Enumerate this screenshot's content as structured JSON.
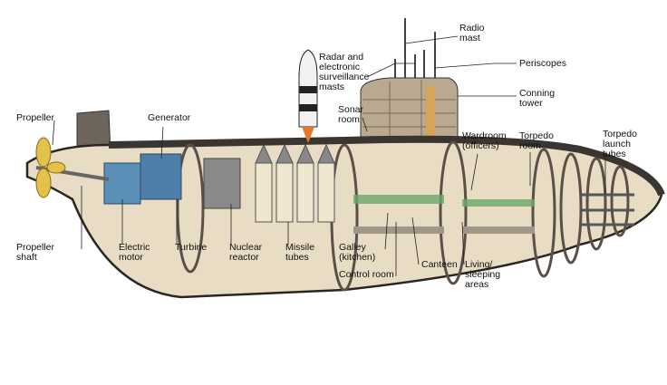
{
  "labels": {
    "radio_mast": "Radio\nmast",
    "radar_masts": "Radar and\nelectronic\nsurveillance\nmasts",
    "periscopes": "Periscopes",
    "conning_tower": "Conning\ntower",
    "sonar_room": "Sonar\nroom",
    "propeller": "Propeller",
    "generator": "Generator",
    "wardroom": "Wardroom\n(officers)",
    "torpedo_room": "Torpedo\nroom",
    "torpedo_launch_tubes": "Torpedo\nlaunch\ntubes",
    "propeller_shaft": "Propeller\nshaft",
    "electric_motor": "Electric\nmotor",
    "turbine": "Turbine",
    "nuclear_reactor": "Nuclear\nreactor",
    "missile_tubes": "Missile\ntubes",
    "galley": "Galley\n(kitchen)",
    "control_room": "Control room",
    "canteen": "Canteen",
    "living_areas": "Living/\nsleeping\nareas"
  },
  "colors": {
    "hull": "#3a3530",
    "hull_light": "#c9beae",
    "interior": "#e8dcc4",
    "motor": "#5a8fb8",
    "propeller": "#e2c24a",
    "missile": "#e8e0cc",
    "deck": "#6aa86a"
  }
}
